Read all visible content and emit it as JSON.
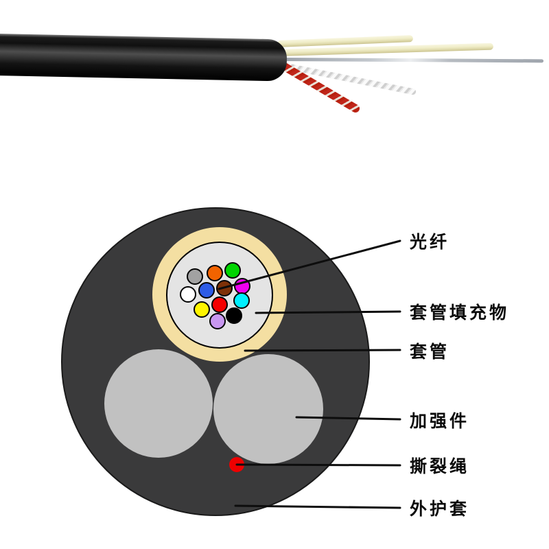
{
  "diagram_labels": {
    "fiber": "光纤",
    "tube_filler": "套管填充物",
    "tube": "套管",
    "strength_member": "加强件",
    "rip_cord": "撕裂绳",
    "outer_sheath": "外护套"
  },
  "colors": {
    "outer_sheath": "#3A3A3B",
    "tube": "#F4DFA2",
    "tube_filler": "#E4E4E4",
    "strength_member": "#C1C1C1",
    "rip_cord": "#EE0000",
    "leader_line": "#0D0D0D"
  },
  "fibers": [
    {
      "name": "slate",
      "color": "#A2A2A2"
    },
    {
      "name": "orange",
      "color": "#F26300"
    },
    {
      "name": "green",
      "color": "#00D500"
    },
    {
      "name": "white",
      "color": "#FFFFFF"
    },
    {
      "name": "blue",
      "color": "#2E5CE6"
    },
    {
      "name": "brown",
      "color": "#7E3108"
    },
    {
      "name": "rose",
      "color": "#EE00EE"
    },
    {
      "name": "yellow",
      "color": "#FFF500"
    },
    {
      "name": "red",
      "color": "#F40000"
    },
    {
      "name": "aqua",
      "color": "#00EFFF"
    },
    {
      "name": "violet",
      "color": "#C897F0"
    },
    {
      "name": "black",
      "color": "#000000"
    }
  ]
}
